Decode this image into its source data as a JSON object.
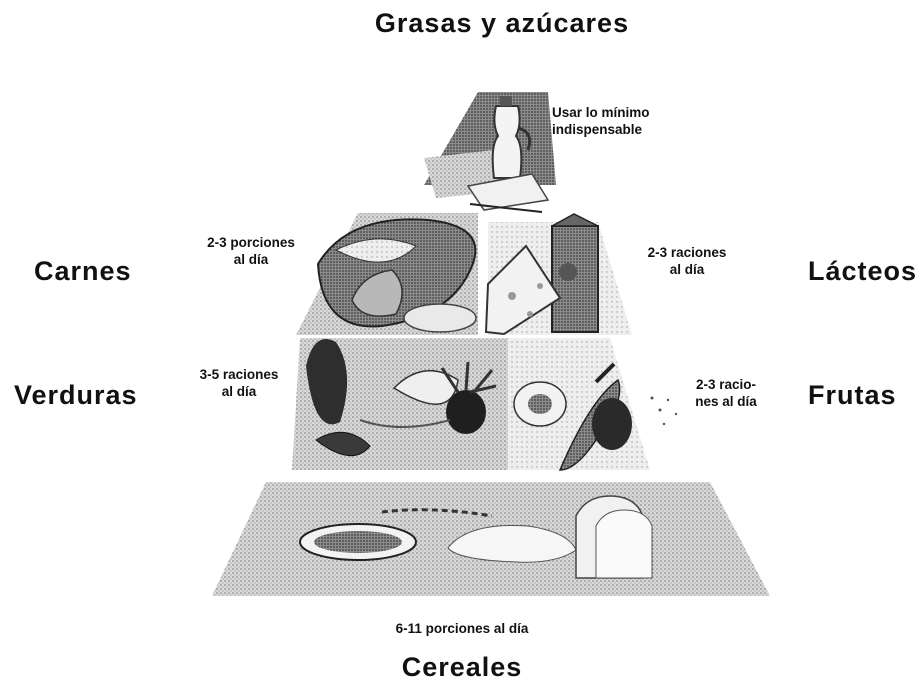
{
  "fats": {
    "title": "Grasas y azúcares",
    "line1": "Usar lo mínimo",
    "line2": "indispensable"
  },
  "meats": {
    "title": "Carnes",
    "line1": "2-3 porciones",
    "line2": "al día"
  },
  "dairy": {
    "title": "Lácteos",
    "line1": "2-3 raciones",
    "line2": "al día"
  },
  "vegetables": {
    "title": "Verduras",
    "line1": "3-5 raciones",
    "line2": "al día"
  },
  "fruits": {
    "title": "Frutas",
    "line1": "2-3 racio-",
    "line2": "nes al día"
  },
  "cereals": {
    "title": "Cereales",
    "servings": "6-11 porciones al día"
  },
  "colors": {
    "ink": "#111111",
    "dark": "#3a3a3a",
    "mid": "#8a8a8a",
    "light": "#cfcfcf"
  }
}
